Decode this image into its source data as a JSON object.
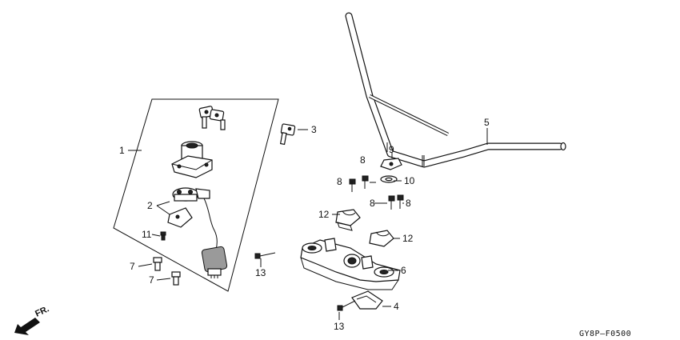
{
  "callouts": {
    "c1": "1",
    "c2": "2",
    "c3": "3",
    "c4": "4",
    "c5": "5",
    "c6": "6",
    "c7a": "7",
    "c7b": "7",
    "c8a": "8",
    "c8b": "8",
    "c8c": "8",
    "c8d": "8",
    "c9": "9",
    "c10": "10",
    "c11": "11",
    "c12a": "12",
    "c12b": "12",
    "c13a": "13",
    "c13b": "13"
  },
  "diagram_code": "GY8P–F0500",
  "direction_label": "FR.",
  "icons": {
    "direction": "front-arrow-icon"
  }
}
